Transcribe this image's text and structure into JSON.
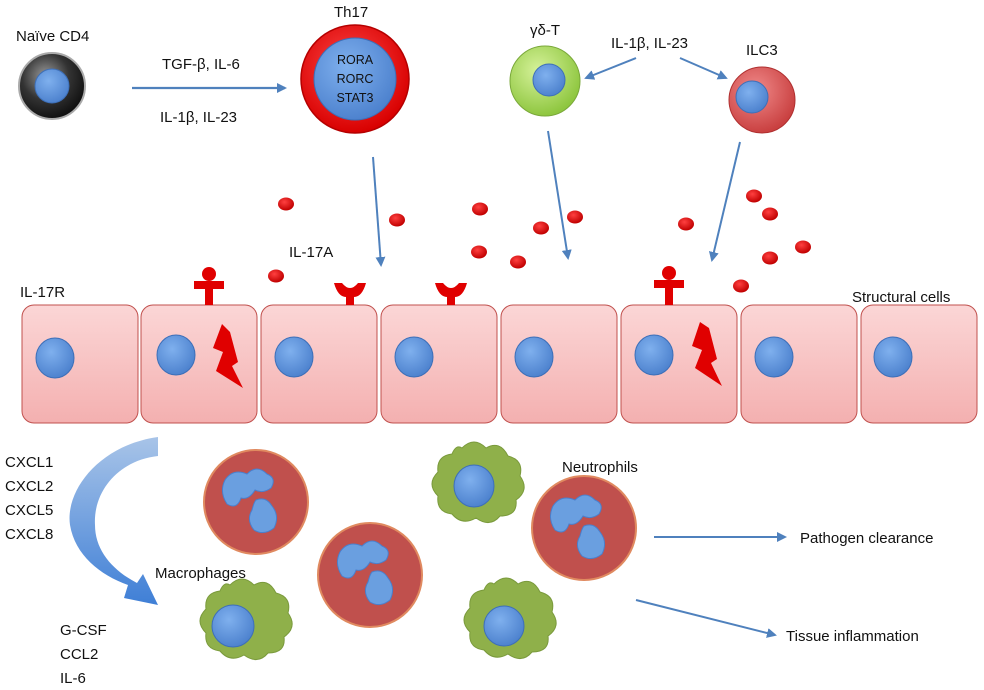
{
  "cells": {
    "naive_cd4": "Naïve CD4",
    "th17": "Th17",
    "th17_factors": [
      "RORA",
      "RORC",
      "STAT3"
    ],
    "gamma_delta_t": "γδ-T",
    "ilc3": "ILC3"
  },
  "signals": {
    "tgf_il6": "TGF-β, IL-6",
    "il1b_il23_lower": "IL-1β, IL-23",
    "il1b_il23_top": "IL-1β, IL-23",
    "il17a": "IL-17A",
    "il17r": "IL-17R",
    "structural_cells": "Structural cells"
  },
  "chemokines": [
    "CXCL1",
    "CXCL2",
    "CXCL5",
    "CXCL8"
  ],
  "cytokines": [
    "G-CSF",
    "CCL2",
    "IL-6"
  ],
  "populations": {
    "macrophages": "Macrophages",
    "neutrophils": "Neutrophils"
  },
  "outcomes": {
    "pathogen_clearance": "Pathogen clearance",
    "tissue_inflammation": "Tissue inflammation"
  },
  "colors": {
    "arrow": "#4f81bd",
    "nucleus": "#5b8fd6",
    "cell_fill": "#f7c1c1",
    "cell_edge": "#c0504d",
    "droplet": "#e00000",
    "macrophage": "#8fb04a",
    "neutrophil": "#c0504d",
    "th17_ring": "#ee1111",
    "gdt": "#a6d64a"
  }
}
